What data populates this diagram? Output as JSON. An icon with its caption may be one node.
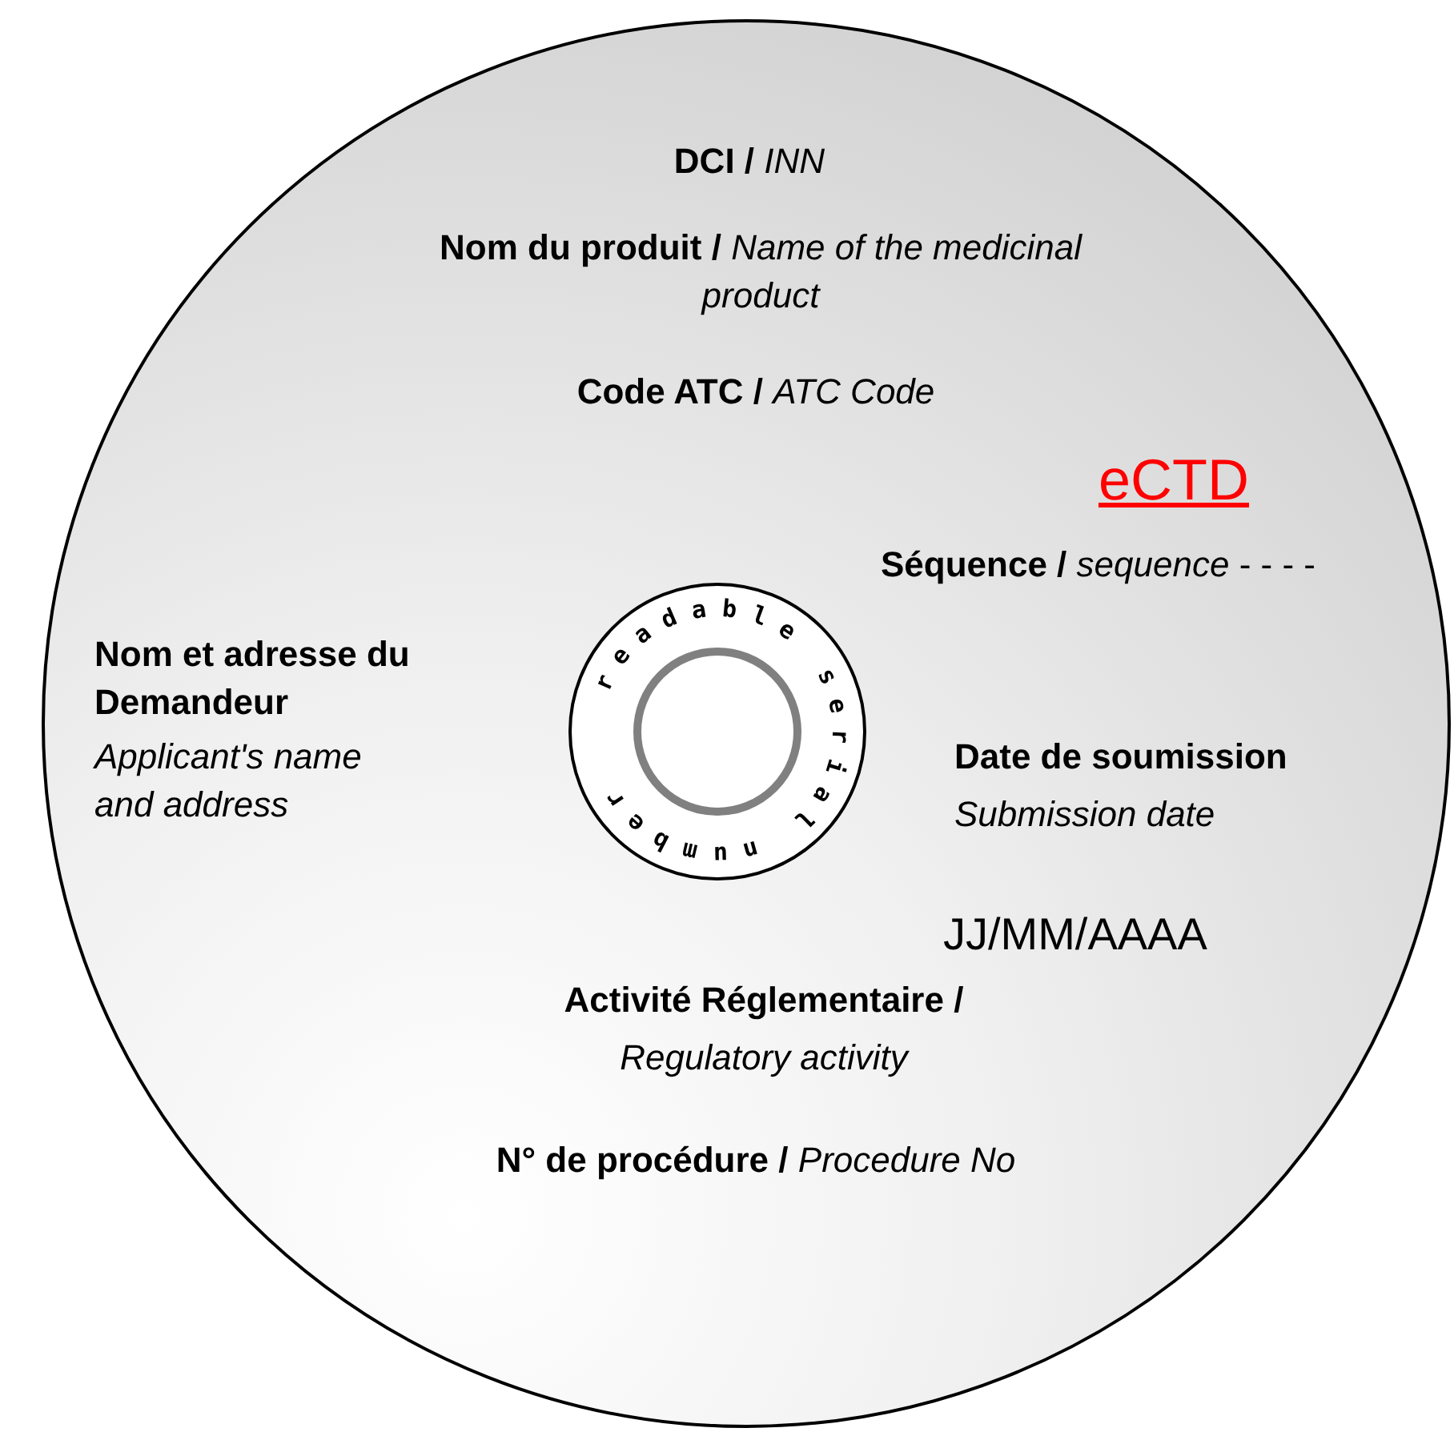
{
  "diagram": {
    "nodes": [
      {
        "text": [
          "**DCI /** *INN*",
          "**Nom du produit /** *Name of the medicinal product*",
          "**Code ATC /** *ATC Code*",
          "eCTD",
          "**Séquence /** *sequence* - - - -",
          "Nom et adresse du Demandeur",
          "Applicant's name and address",
          "Date de soumission",
          "Submission date",
          "JJ/MM/AAAA",
          "Activité Réglementaire /",
          "Regulatory activity",
          "**N° de procédure /** *Procedure No*"
        ]
      },
      {
        "text": [
          "readable serial number"
        ],
        "in": 0
      }
    ],
    "edges": []
  }
}
